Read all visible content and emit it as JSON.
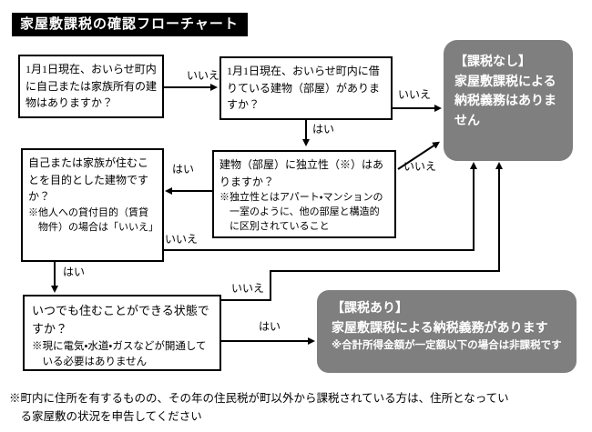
{
  "title": "家屋敷課税の確認フローチャート",
  "flow": {
    "q1": {
      "text": "1月1日現在、おいらせ町内に自己または家族所有の建物はありますか？"
    },
    "q2": {
      "text": "1月1日現在、おいらせ町内に借りている建物（部屋）がありますか？"
    },
    "q3": {
      "main": "建物（部屋）に独立性（※）はありますか？",
      "note": "※独立性とはアパート・マンションの一室のように、他の部屋と構造的に区別されていること"
    },
    "q4": {
      "main": "自己または家族が住むことを目的とした建物ですか？",
      "note": "※他人への貸付目的（賃貸物件）の場合は「いいえ」"
    },
    "q5": {
      "main": "いつでも住むことができる状態ですか？",
      "note": "※現に電気・水道・ガスなどが開通している必要はありません"
    },
    "no_tax": {
      "heading": "【課税なし】",
      "body": "家屋敷課税による納税義務はありません"
    },
    "tax": {
      "heading": "【課税あり】",
      "body": "家屋敷課税による納税義務があります",
      "note": "※合計所得金額が一定額以下の場合は非課税です"
    }
  },
  "labels": {
    "yes": "はい",
    "no": "いいえ"
  },
  "footnote": "※町内に住所を有するものの、その年の住民税が町以外から課税されている方は、住所となっている家屋敷の状況を申告してください",
  "colors": {
    "gray_box": "#7f7f7f",
    "title_bg": "#000000",
    "box_border": "#000000",
    "arrow": "#000000"
  }
}
